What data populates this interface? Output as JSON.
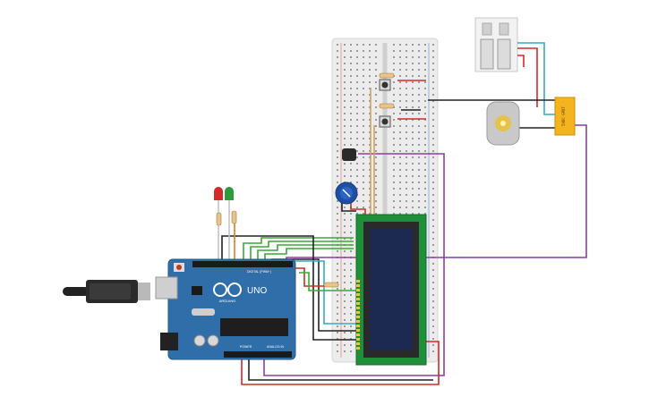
{
  "board": {
    "brand_label": "ARDUINO",
    "model_label": "UNO",
    "digital_header_label": "DIGITAL (PWM~)",
    "power_header_label": "POWER",
    "analog_header_label": "ANALOG IN",
    "board_color": "#2f6ea8"
  },
  "relay": {
    "part_label": "5VDC-SPDT"
  },
  "colors": {
    "wire_red": "#d62828",
    "wire_black": "#222222",
    "wire_green": "#3aa935",
    "wire_purple": "#8e3fa0",
    "wire_cyan": "#3aa9c9",
    "wire_orange": "#e07b1a",
    "lcd_frame": "#1f8f3a",
    "lcd_screen": "#1c2a52",
    "relay_body": "#f4b320",
    "breadboard": "#ececec"
  },
  "components": [
    "usb-cable",
    "arduino-uno",
    "breadboard",
    "lcd-16x2",
    "potentiometer",
    "pushbutton-1",
    "pushbutton-2",
    "led-red",
    "led-green",
    "dc-motor",
    "relay-spdt",
    "battery-pack",
    "temperature-sensor",
    "resistors"
  ]
}
